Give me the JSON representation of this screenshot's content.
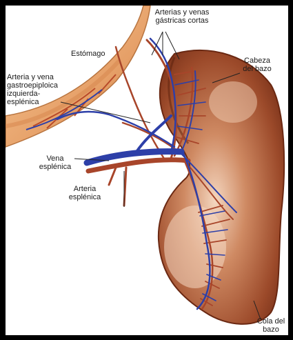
{
  "labels": {
    "short_gastric": "Arterias y venas\ngástricas cortas",
    "stomach": "Estómago",
    "gastroepiploic": "Arteria y vena\ngastroepiploica\nizquierda-\nesplénica",
    "head": "Cabeza\ndel bazo",
    "splenic_vein": "Vena\nesplénica",
    "splenic_artery": "Arteria\nesplénica",
    "tail": "Cola del\nbazo"
  },
  "colors": {
    "spleen": "#8e3a1f",
    "artery": "#a8452a",
    "vein": "#2d3fa8",
    "stomach": "#e09a5c"
  }
}
